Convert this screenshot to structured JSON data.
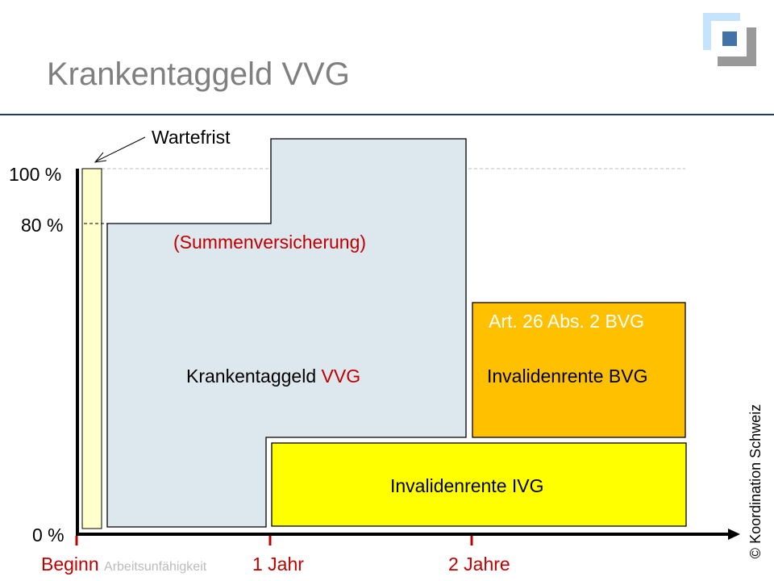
{
  "title": "Krankentaggeld VVG",
  "labels": {
    "wartefrist": "Wartefrist",
    "y100": "100 %",
    "y80": "80 %",
    "y0": "0 %",
    "summen": "(Summenversicherung)",
    "ktg_prefix": "Krankentaggeld ",
    "ktg_suffix": "VVG",
    "art": "Art. 26 Abs. 2 BVG",
    "bvg": "Invalidenrente BVG",
    "ivg": "Invalidenrente IVG",
    "beginn": "Beginn",
    "beginn_sub": "Arbeitsunfähigkeit",
    "jahr1": "1 Jahr",
    "jahr2": "2 Jahre",
    "copyright": "© Koordination Schweiz"
  },
  "colors": {
    "wartefrist": "#ffffcc",
    "ktg": "#dde7ee",
    "bvg": "#ffc000",
    "ivg": "#ffff00",
    "accent": "#c00000"
  }
}
